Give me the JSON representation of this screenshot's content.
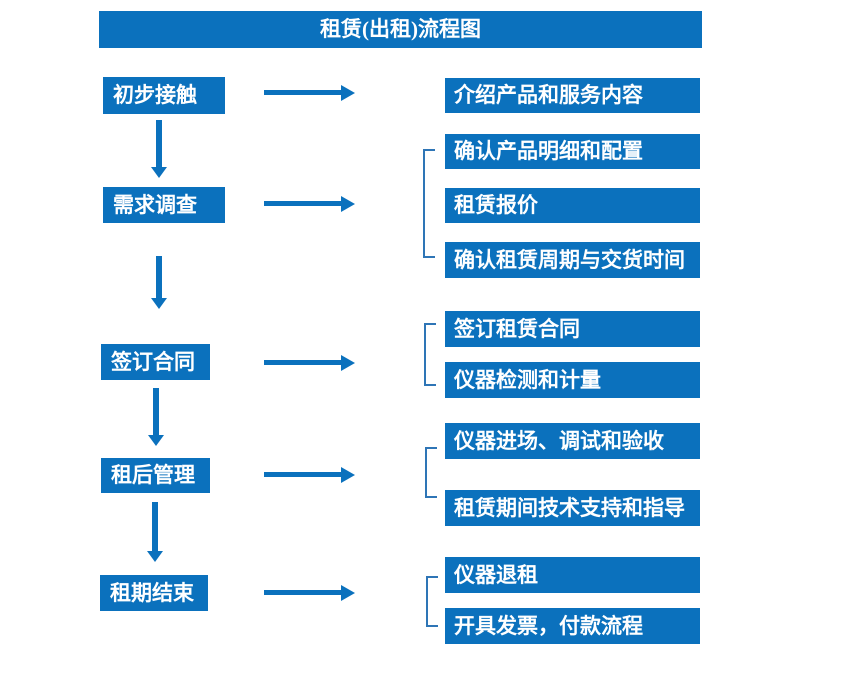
{
  "title": {
    "text": "租赁(出租)流程图"
  },
  "colors": {
    "accent": "#0b71bd",
    "bracket": "#2e75b6",
    "text": "#ffffff",
    "background": "#ffffff"
  },
  "flow": [
    {
      "stage": "初步接触",
      "details": [
        "介绍产品和服务内容"
      ]
    },
    {
      "stage": "需求调查",
      "details": [
        "确认产品明细和配置",
        "租赁报价",
        "确认租赁周期与交货时间"
      ]
    },
    {
      "stage": "签订合同",
      "details": [
        "签订租赁合同",
        "仪器检测和计量"
      ]
    },
    {
      "stage": "租后管理",
      "details": [
        "仪器进场、调试和验收",
        "租赁期间技术支持和指导"
      ]
    },
    {
      "stage": "租期结束",
      "details": [
        "仪器退租",
        "开具发票，付款流程"
      ]
    }
  ]
}
